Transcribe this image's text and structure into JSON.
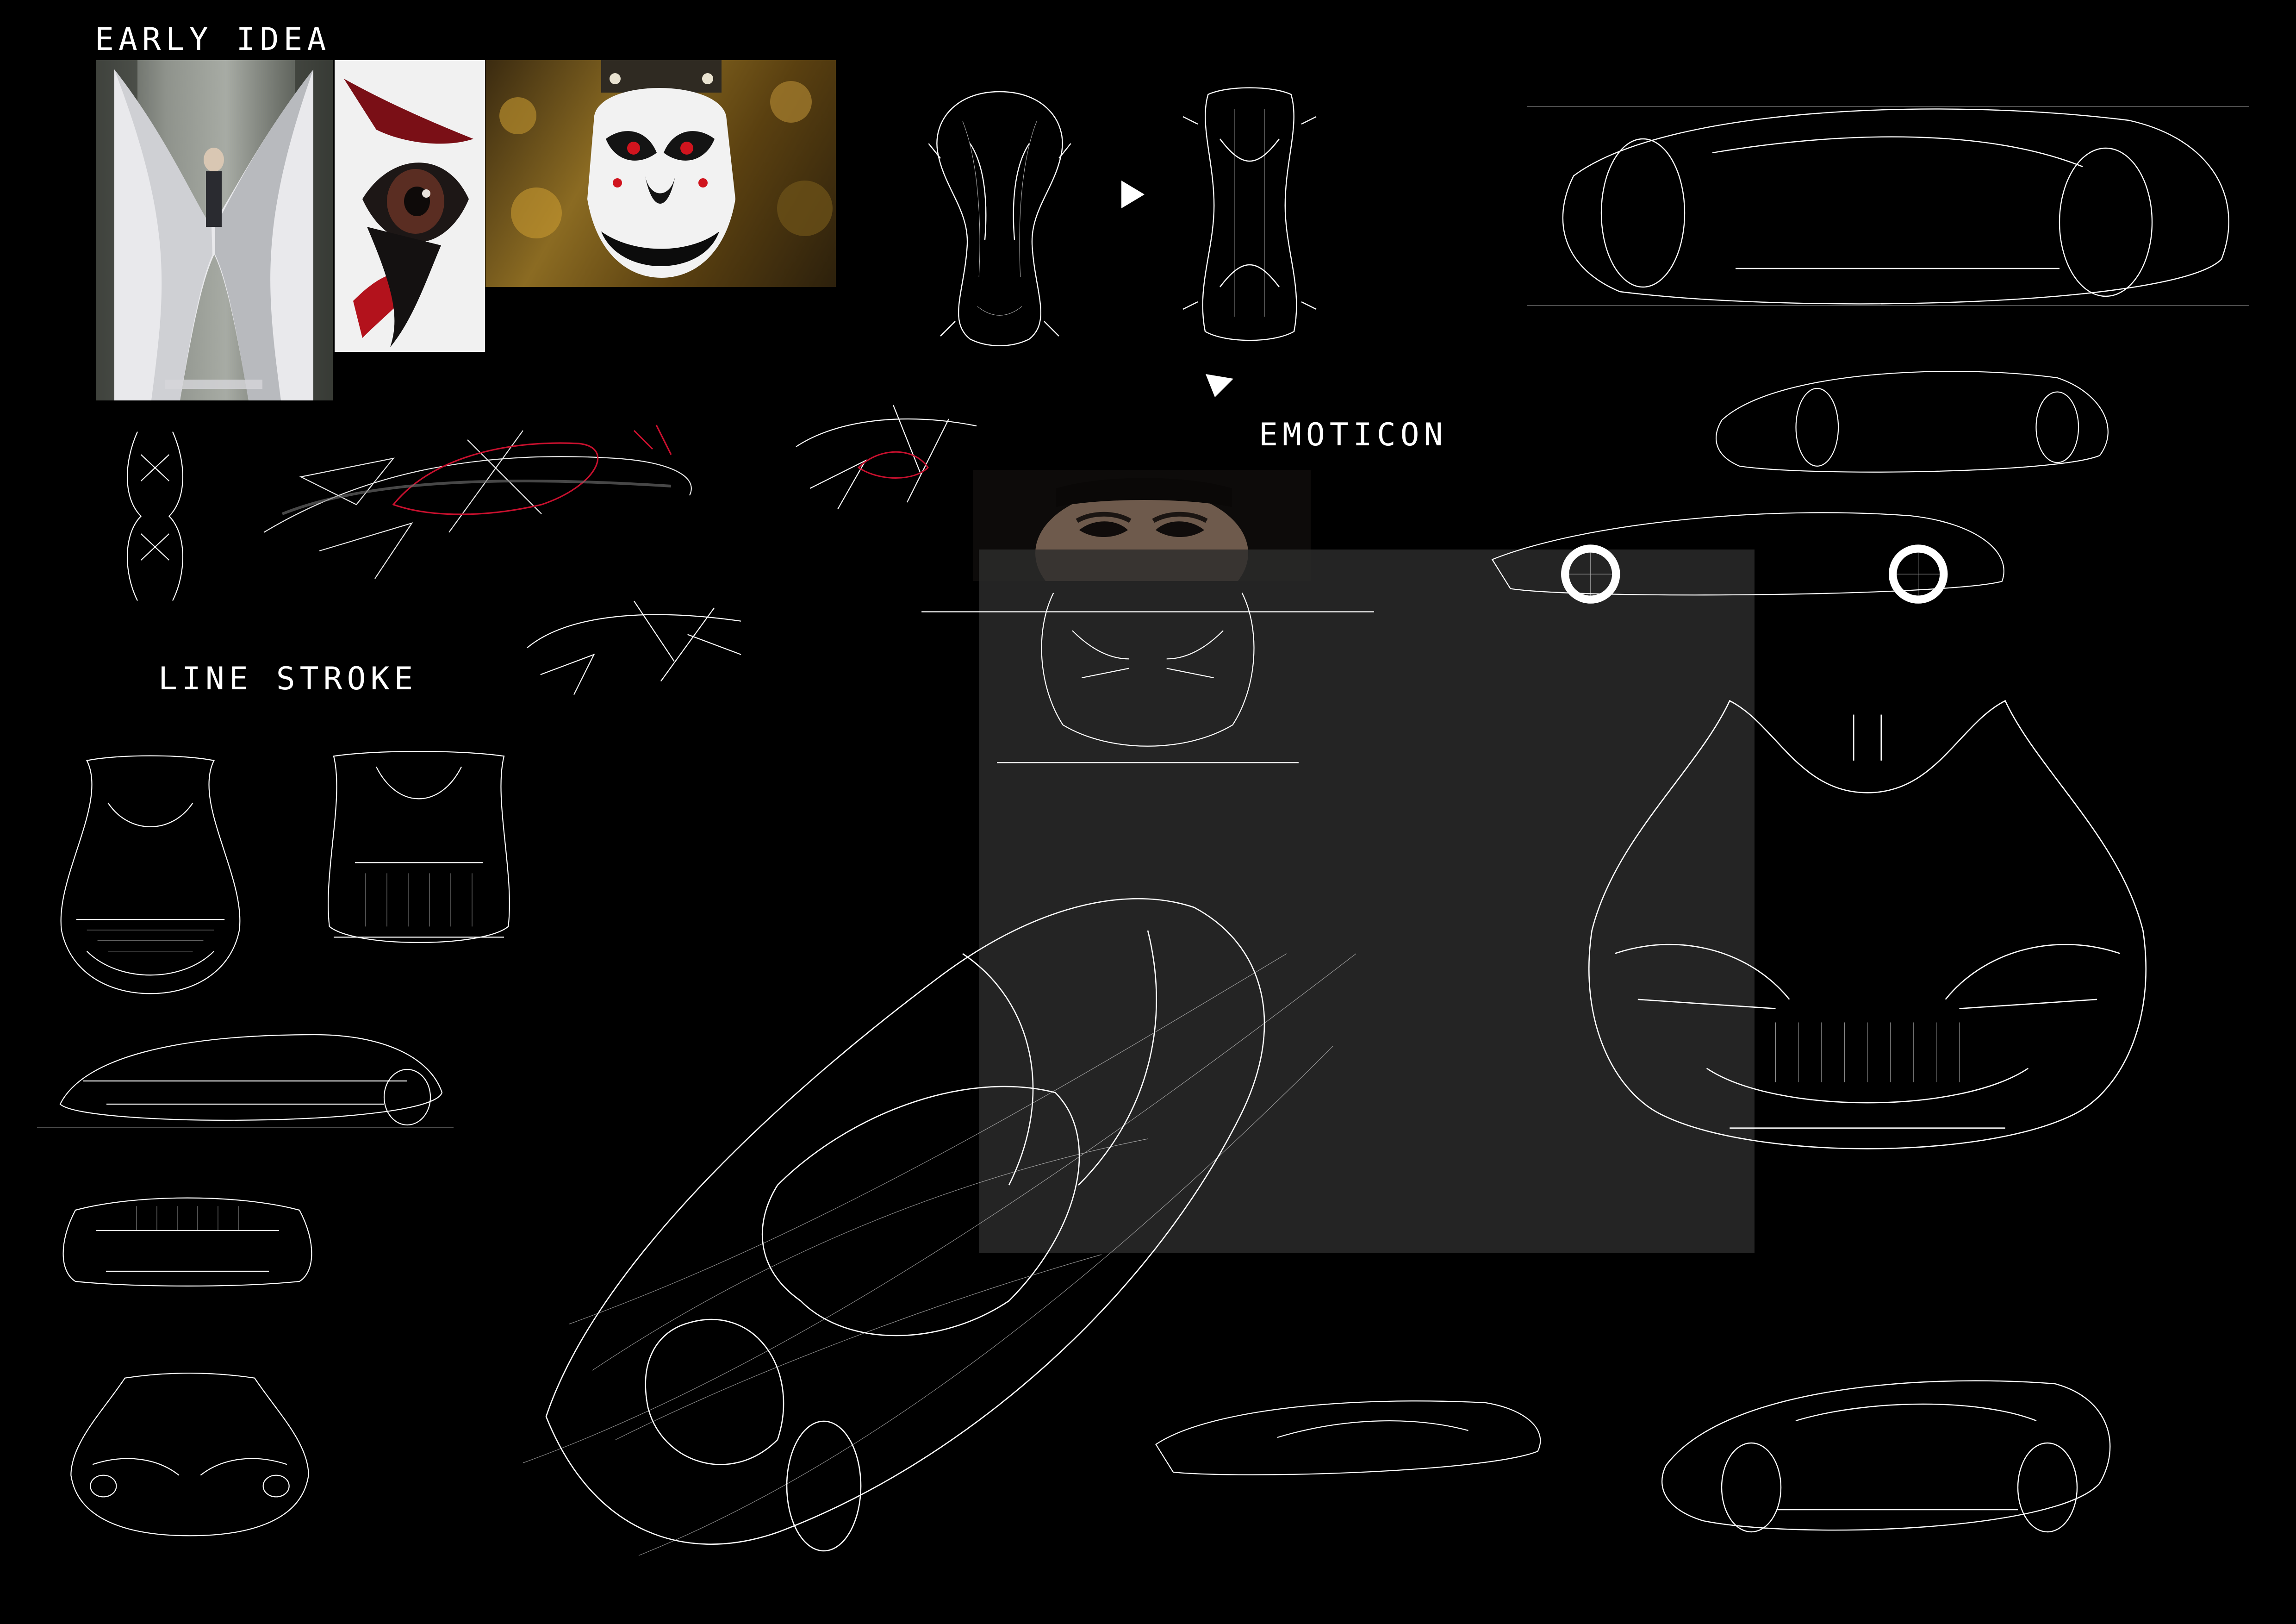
{
  "board": {
    "background": "#000000",
    "ink": "#ffffff",
    "accent": "#c8102e",
    "overlay": "#262626"
  },
  "sections": {
    "early_idea": "EARLY IDEA",
    "line_stroke": "LINE STROKE",
    "emoticon": "EMOTICON"
  },
  "reference_photos": [
    {
      "subject": "sculptural-gown"
    },
    {
      "subject": "painted-eye"
    },
    {
      "subject": "opera-mask"
    },
    {
      "subject": "face-eyes"
    }
  ],
  "arrows": [
    {
      "direction": "right"
    },
    {
      "direction": "down"
    }
  ]
}
